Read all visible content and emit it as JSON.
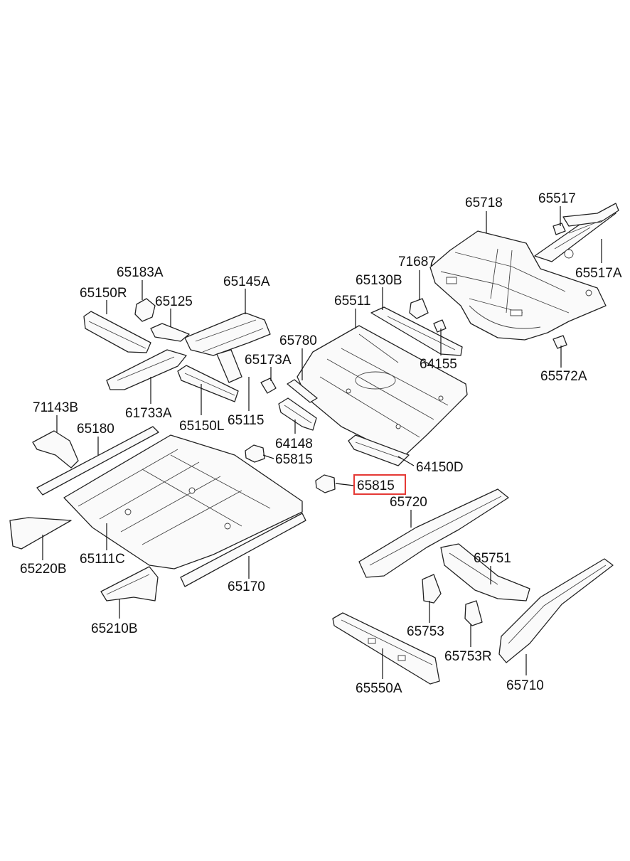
{
  "diagram": {
    "highlight_color": "#e53935",
    "highlighted_label": "65815",
    "parts": [
      {
        "id": "p65718",
        "label": "65718"
      },
      {
        "id": "p65517",
        "label": "65517"
      },
      {
        "id": "p65517A",
        "label": "65517A"
      },
      {
        "id": "p71687",
        "label": "71687"
      },
      {
        "id": "p65130B",
        "label": "65130B"
      },
      {
        "id": "p65511",
        "label": "65511"
      },
      {
        "id": "p65183A",
        "label": "65183A"
      },
      {
        "id": "p65145A",
        "label": "65145A"
      },
      {
        "id": "p65150R",
        "label": "65150R"
      },
      {
        "id": "p65125",
        "label": "65125"
      },
      {
        "id": "p65780",
        "label": "65780"
      },
      {
        "id": "p64155",
        "label": "64155"
      },
      {
        "id": "p65173A",
        "label": "65173A"
      },
      {
        "id": "p65572A",
        "label": "65572A"
      },
      {
        "id": "p71143B",
        "label": "71143B"
      },
      {
        "id": "p61733A",
        "label": "61733A"
      },
      {
        "id": "p65150L",
        "label": "65150L"
      },
      {
        "id": "p65115",
        "label": "65115"
      },
      {
        "id": "p65180",
        "label": "65180"
      },
      {
        "id": "p64148",
        "label": "64148"
      },
      {
        "id": "p65815a",
        "label": "65815"
      },
      {
        "id": "p64150D",
        "label": "64150D"
      },
      {
        "id": "p65815b",
        "label": "65815"
      },
      {
        "id": "p65720",
        "label": "65720"
      },
      {
        "id": "p65220B",
        "label": "65220B"
      },
      {
        "id": "p65111C",
        "label": "65111C"
      },
      {
        "id": "p65751",
        "label": "65751"
      },
      {
        "id": "p65170",
        "label": "65170"
      },
      {
        "id": "p65753",
        "label": "65753"
      },
      {
        "id": "p65210B",
        "label": "65210B"
      },
      {
        "id": "p65753R",
        "label": "65753R"
      },
      {
        "id": "p65550A",
        "label": "65550A"
      },
      {
        "id": "p65710",
        "label": "65710"
      }
    ]
  }
}
